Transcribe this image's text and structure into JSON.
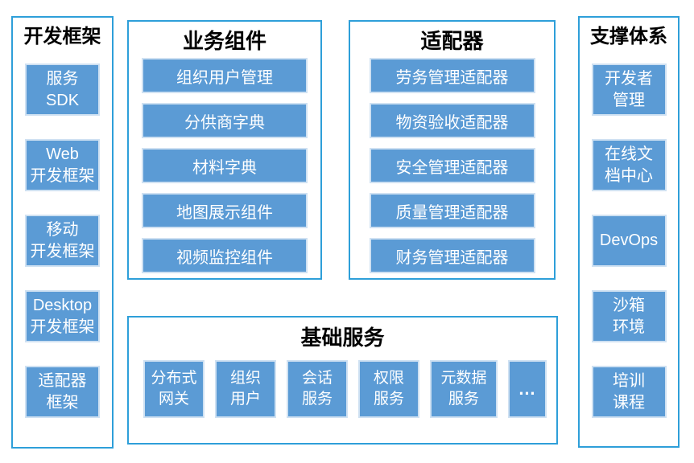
{
  "colors": {
    "box_fill": "#5B9BD5",
    "box_border": "#CFE1F2",
    "box_text": "#FFFFFF",
    "panel_border": "#2E9FD9",
    "title_text": "#000000"
  },
  "sections": {
    "dev_framework": {
      "title": "开发框架",
      "items": [
        "服务\nSDK",
        "Web\n开发框架",
        "移动\n开发框架",
        "Desktop\n开发框架",
        "适配器\n框架"
      ]
    },
    "business_components": {
      "title": "业务组件",
      "items": [
        "组织用户管理",
        "分供商字典",
        "材料字典",
        "地图展示组件",
        "视频监控组件"
      ]
    },
    "adapters": {
      "title": "适配器",
      "items": [
        "劳务管理适配器",
        "物资验收适配器",
        "安全管理适配器",
        "质量管理适配器",
        "财务管理适配器"
      ]
    },
    "support_system": {
      "title": "支撑体系",
      "items": [
        "开发者\n管理",
        "在线文\n档中心",
        "DevOps",
        "沙箱\n环境",
        "培训\n课程"
      ]
    },
    "basic_services": {
      "title": "基础服务",
      "items": [
        "分布式\n网关",
        "组织\n用户",
        "会话\n服务",
        "权限\n服务",
        "元数据\n服务",
        "…"
      ]
    }
  }
}
